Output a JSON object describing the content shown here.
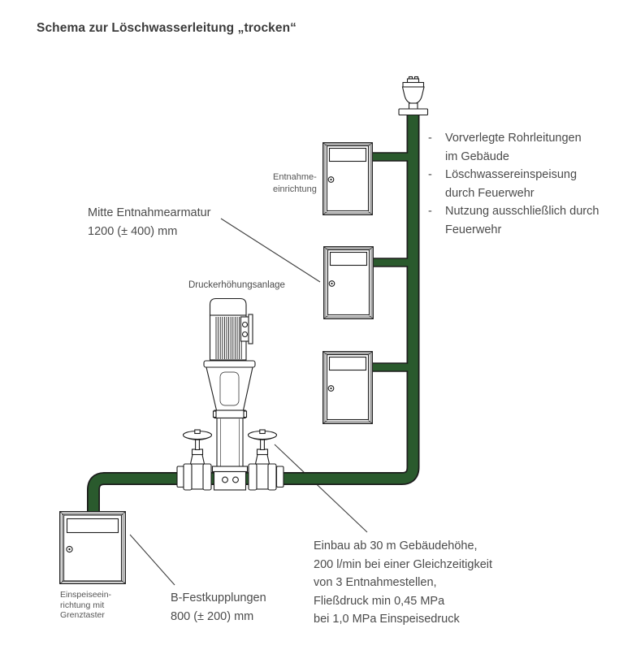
{
  "title": "Schema zur Löschwasserleitung „trocken“",
  "diagram": {
    "labels": {
      "intake_unit": "Entnahme-\neinrichtung",
      "intake_fitting_height": "Mitte Entnahmearmatur\n1200 (± 400) mm",
      "booster_system": "Druckerhöhungsanlage",
      "feed_unit": "Einspeiseein-\nrichtung mit\nGrenztaster",
      "couplings": "B-Festkupplungen\n800 (± 200) mm",
      "installation_specs": "Einbau ab 30 m Gebäudehöhe,\n200 l/min bei einer Gleichzeitigkeit\nvon 3 Entnahmestellen,\nFließdruck min 0,45 MPa\nbei 1,0 MPa Einspeisedruck"
    },
    "notes": {
      "marker": "-",
      "items": [
        "Vorverlegte Rohrleitungen\nim Gebäude",
        "Löschwassereinspeisung\ndurch Feuerwehr",
        "Nutzung ausschließlich durch\nFeuerwehr"
      ]
    },
    "colors": {
      "pipe": "#2a5a2d",
      "outline": "#1d1d1d",
      "text": "#4b4b4b"
    }
  }
}
